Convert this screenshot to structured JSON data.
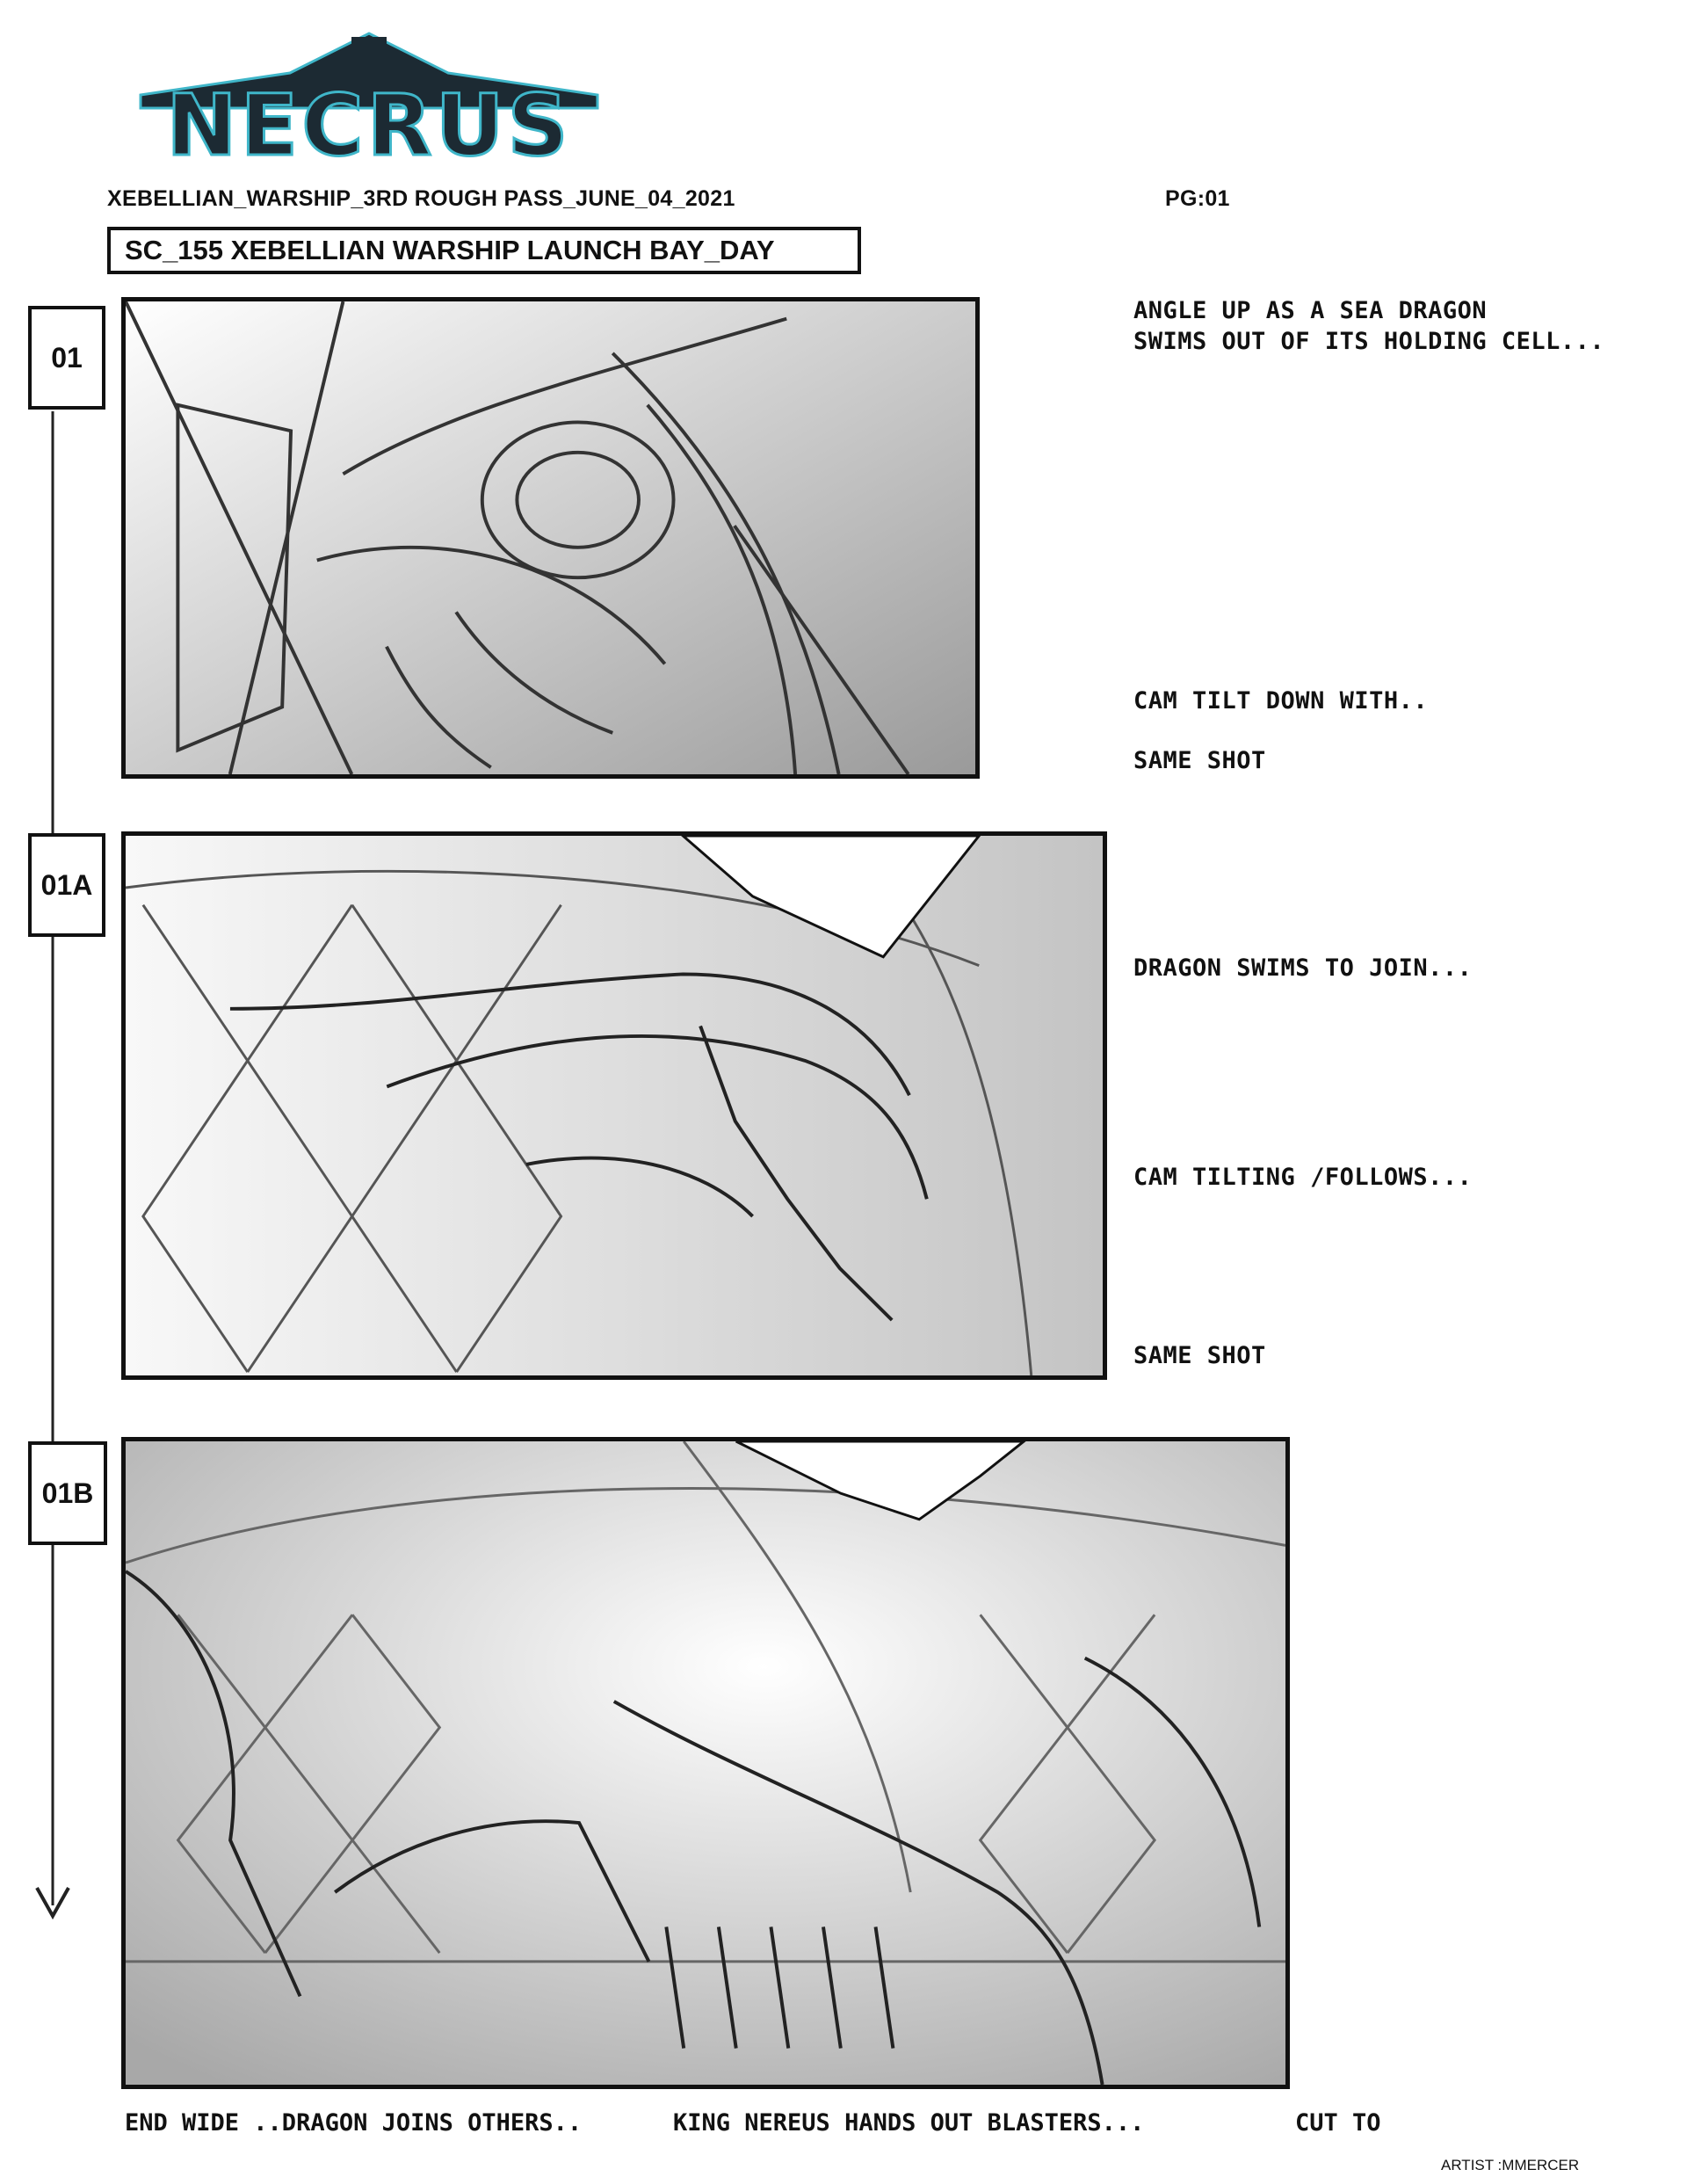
{
  "logo": {
    "text": "NECRUS",
    "color": "#1c2a33",
    "glow": "#3fb6c9"
  },
  "header": {
    "doc_title": "XEBELLIAN_WARSHIP_3RD ROUGH PASS_JUNE_04_2021",
    "page": "PG:01",
    "scene": "SC_155 XEBELLIAN WARSHIP LAUNCH BAY_DAY"
  },
  "panels": [
    {
      "shot": "01"
    },
    {
      "shot": "01A"
    },
    {
      "shot": "01B"
    }
  ],
  "notes": {
    "n1": "ANGLE UP AS A SEA DRAGON\nSWIMS OUT OF ITS HOLDING CELL...",
    "n2": "CAM TILT DOWN WITH..",
    "n3": "SAME SHOT",
    "n4": "DRAGON SWIMS TO JOIN...",
    "n5": "CAM TILTING /FOLLOWS...",
    "n6": "SAME SHOT"
  },
  "captions": {
    "c1": "END WIDE ..DRAGON JOINS OTHERS..",
    "c2": "KING NEREUS HANDS OUT BLASTERS...",
    "c3": "CUT TO"
  },
  "artist": "ARTIST :MMERCER"
}
